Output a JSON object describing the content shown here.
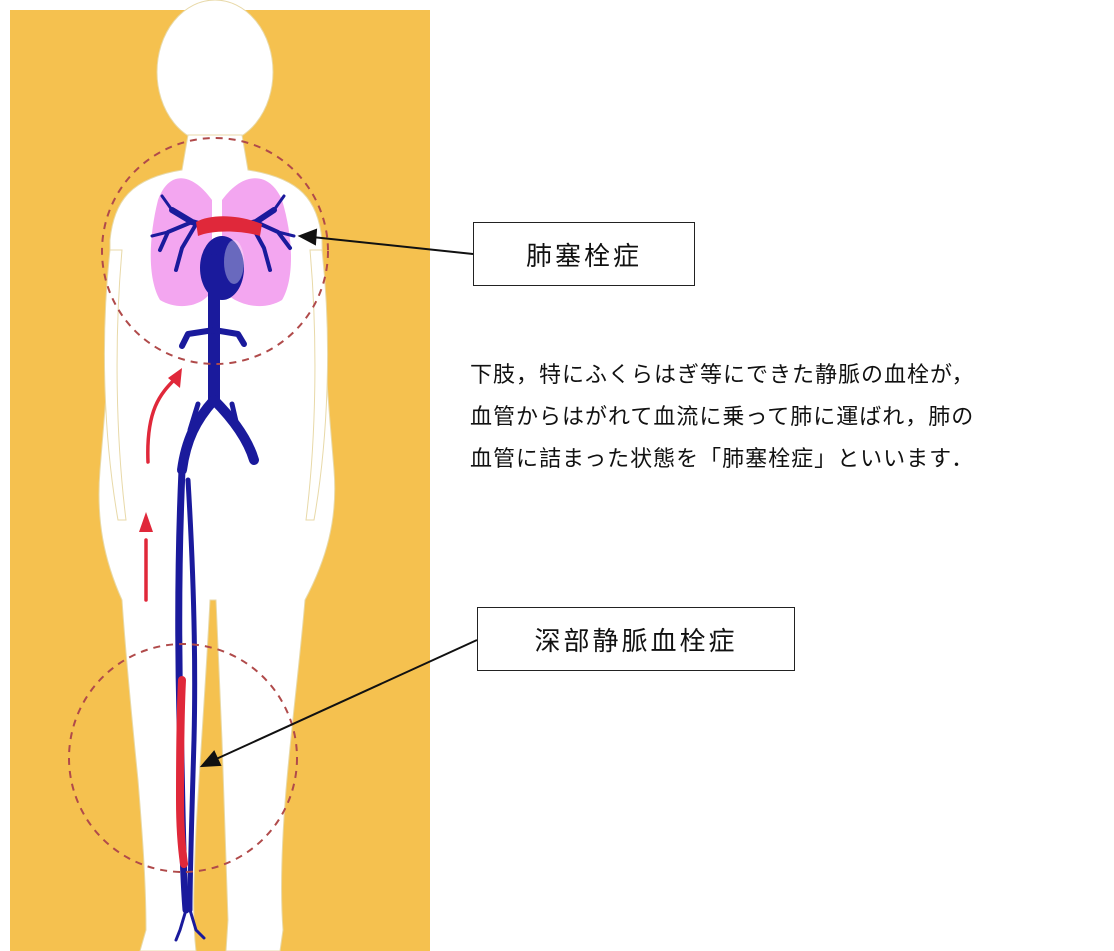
{
  "labels": {
    "pulmonary_embolism": "肺塞栓症",
    "deep_vein_thrombosis": "深部静脈血栓症"
  },
  "description": {
    "lines": [
      "下肢，特にふくらはぎ等にできた静脈の血栓が，",
      "血管からはがれて血流に乗って肺に運ばれ，肺の",
      "血管に詰まった状態を「肺塞栓症」といいます．"
    ]
  },
  "colors": {
    "background_panel": "#F5C14F",
    "body": "#FFFFFF",
    "lungs": "#F3A6F0",
    "veins": "#1A1A9C",
    "clot": "#E0283A",
    "circle": "#B04A4A",
    "arrow": "#111111"
  }
}
